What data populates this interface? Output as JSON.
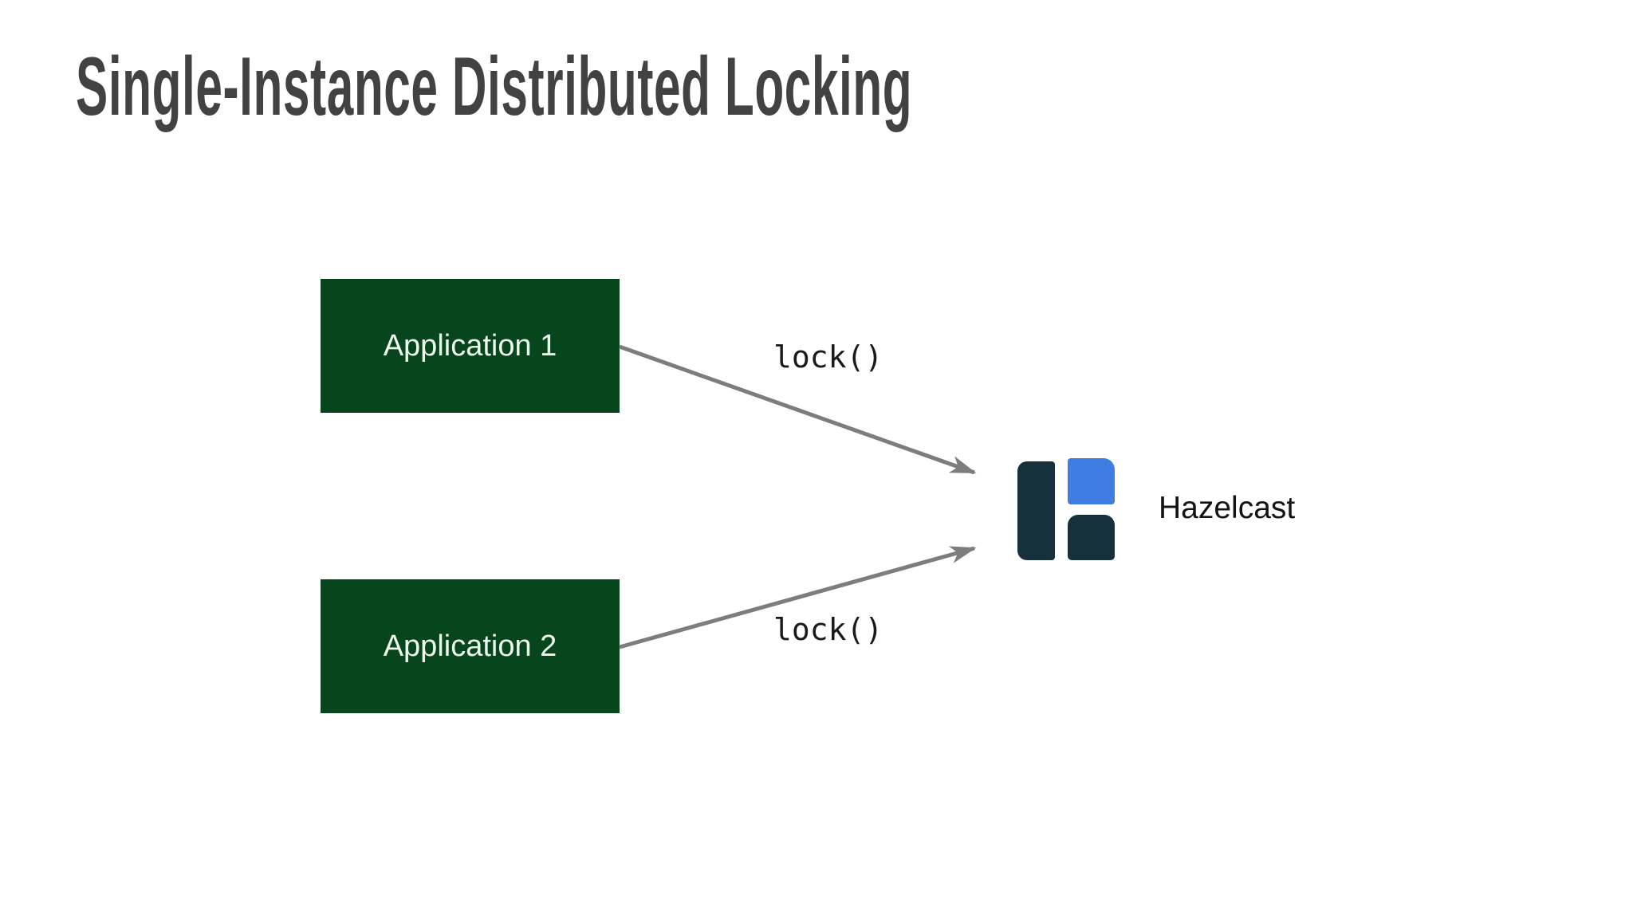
{
  "slide": {
    "title": "Single-Instance Distributed Locking"
  },
  "nodes": {
    "app1": {
      "label": "Application 1"
    },
    "app2": {
      "label": "Application 2"
    },
    "hazelcast": {
      "label": "Hazelcast"
    }
  },
  "edges": {
    "app1_to_hazelcast": {
      "from": "Application 1",
      "to": "Hazelcast",
      "label": "lock()"
    },
    "app2_to_hazelcast": {
      "from": "Application 2",
      "to": "Hazelcast",
      "label": "lock()"
    }
  },
  "icons": {
    "hazelcast_logo": "hazelcast-logo"
  },
  "colors": {
    "background": "#ffffff",
    "title_text": "#424242",
    "app_box_fill": "#07451d",
    "app_box_text": "#eef8ee",
    "arrow": "#7d7d7d",
    "edge_label_text": "#1a1a1a",
    "hazelcast_text": "#141414",
    "logo_navy": "#16313c",
    "logo_blue": "#3f7de2"
  }
}
